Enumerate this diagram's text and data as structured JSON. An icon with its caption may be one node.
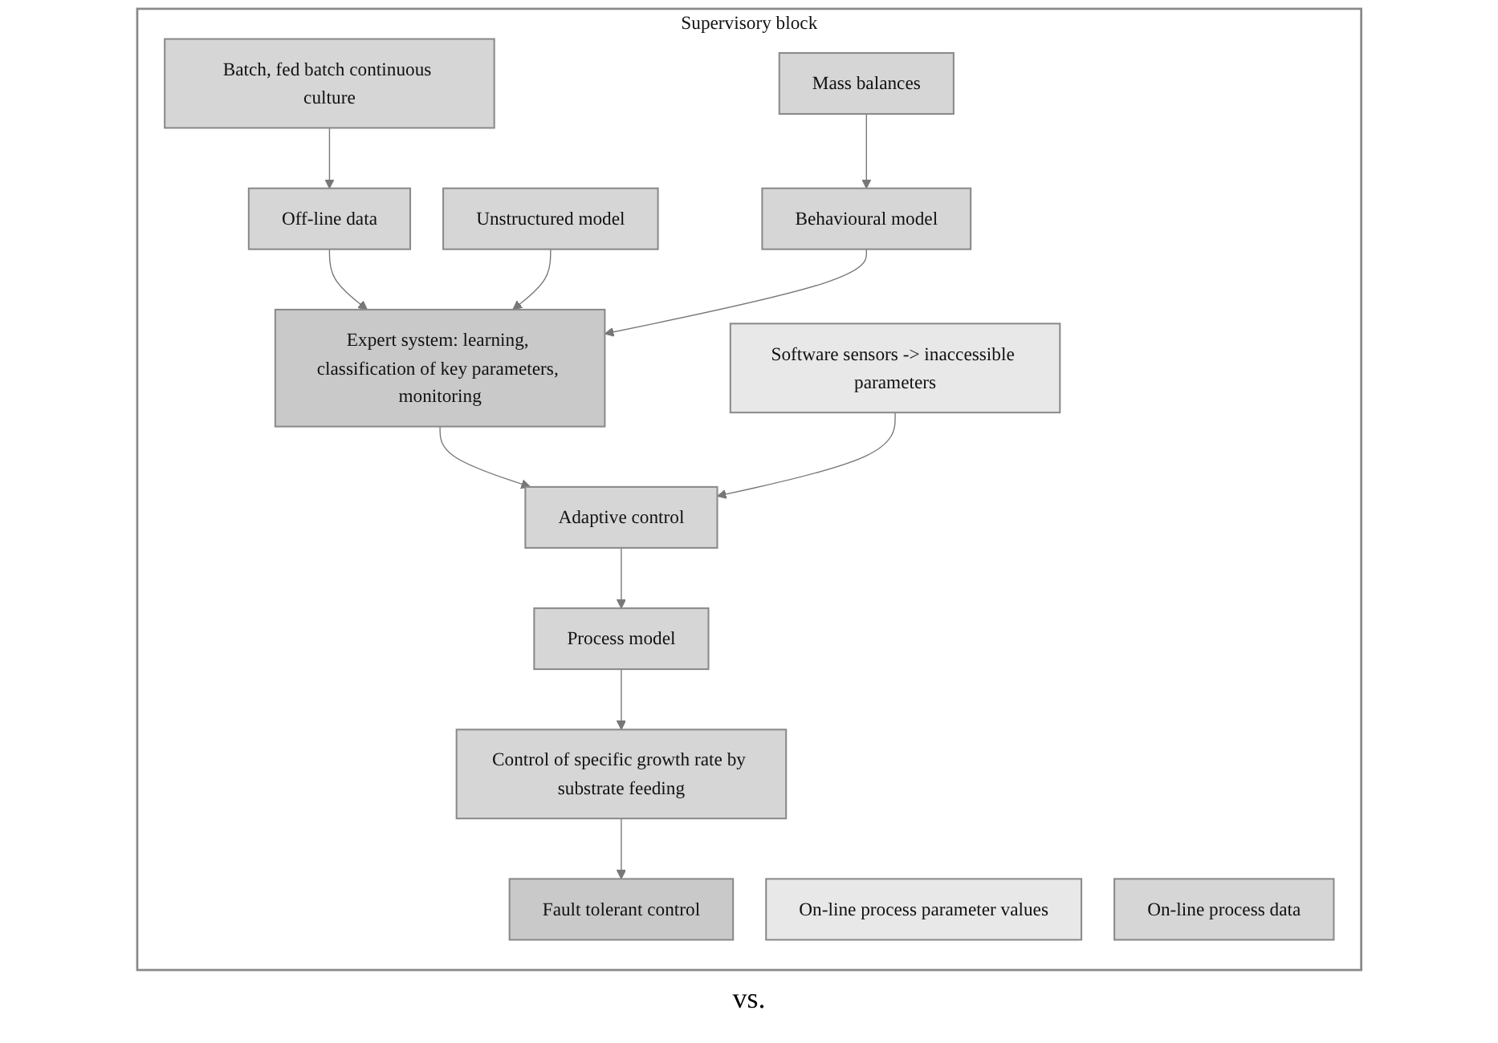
{
  "diagram": {
    "nodes": [
      {
        "text": [
          "Supervisory block"
        ]
      },
      {
        "text": [
          "Batch, fed batch continuous culture"
        ],
        "in": 0
      },
      {
        "text": [
          "On-line process parameter values"
        ],
        "in": 0
      },
      {
        "text": [
          "Off-line data"
        ],
        "in": 0
      },
      {
        "text": [
          "Mass balances"
        ],
        "in": 0
      },
      {
        "text": [
          "Unstructured model"
        ],
        "in": 0
      },
      {
        "text": [
          "Expert system: learning, classification of key parameters, monitoring"
        ],
        "in": 0
      },
      {
        "text": [
          "Behavioural model"
        ],
        "in": 0
      },
      {
        "text": [
          "Software sensors -> inaccessible parameters"
        ],
        "in": 0
      },
      {
        "text": [
          "Adaptive control"
        ],
        "in": 0
      },
      {
        "text": [
          "Process model"
        ],
        "in": 0
      },
      {
        "text": [
          "On-line process data"
        ],
        "in": 0
      },
      {
        "text": [
          "Control of specific growth rate by substrate feeding"
        ],
        "in": 0
      },
      {
        "text": [
          "Fault tolerant control"
        ],
        "in": 0
      }
    ],
    "edges": [
      {
        "from": 1,
        "to": 3,
        "arrow": "to"
      },
      {
        "from": 3,
        "to": 6,
        "arrow": "to"
      },
      {
        "from": 4,
        "to": 7,
        "arrow": "to"
      },
      {
        "from": 5,
        "to": 6,
        "arrow": "to"
      },
      {
        "from": 7,
        "to": 6,
        "arrow": "to"
      },
      {
        "from": 6,
        "to": 9,
        "arrow": "to"
      },
      {
        "from": 8,
        "to": 9,
        "arrow": "to"
      },
      {
        "from": 9,
        "to": 10,
        "arrow": "to"
      },
      {
        "from": 10,
        "to": 12,
        "arrow": "to"
      },
      {
        "from": 12,
        "to": 13,
        "arrow": "to"
      }
    ],
    "labels": [
      "vs."
    ]
  }
}
